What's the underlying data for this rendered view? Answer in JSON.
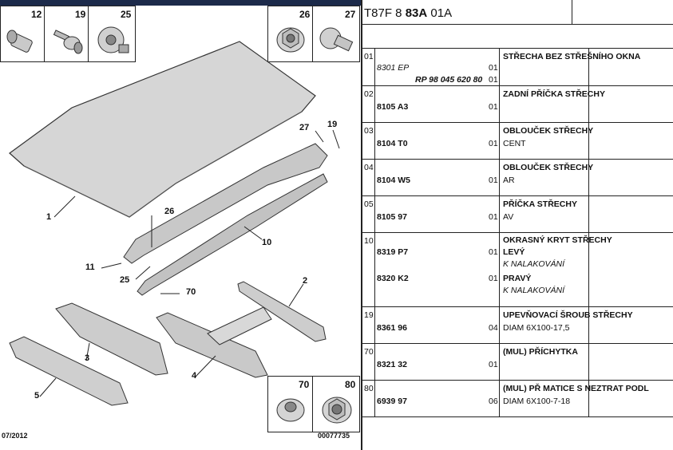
{
  "header": {
    "code_prefix": "T87F 8 ",
    "code_bold": "83A",
    "code_suffix": " 01A"
  },
  "diagram": {
    "callouts": {
      "c1": "1",
      "c2": "2",
      "c3": "3",
      "c4": "4",
      "c5": "5",
      "c10": "10",
      "c11": "11",
      "c19": "19",
      "c25": "25",
      "c26": "26",
      "c27": "27",
      "c70": "70"
    },
    "insets": {
      "i12": "12",
      "i19": "19",
      "i25": "25",
      "i26": "26",
      "i27": "27",
      "i70": "70",
      "i80": "80"
    },
    "date": "07/2012",
    "doc_number": "00077735"
  },
  "rows": [
    {
      "section": "01",
      "ref_italic": "8301 EP",
      "ref_bold_italic": "RP 98 045 620 80",
      "qty_a": "01",
      "qty_b": "01",
      "desc": "STŘECHA BEZ STŘEŠNÍHO OKNA"
    },
    {
      "section": "02",
      "ref": "8105 A3",
      "qty": "01",
      "desc": "ZADNÍ PŘÍČKA STŘECHY"
    },
    {
      "section": "03",
      "ref": "8104 T0",
      "qty": "01",
      "desc": "OBLOUČEK STŘECHY",
      "detail": "CENT"
    },
    {
      "section": "04",
      "ref": "8104 W5",
      "qty": "01",
      "desc": "OBLOUČEK STŘECHY",
      "detail": "AR"
    },
    {
      "section": "05",
      "ref": "8105 97",
      "qty": "01",
      "desc": "PŘÍČKA STŘECHY",
      "detail": "AV"
    },
    {
      "section": "10",
      "ref": "8319 P7",
      "ref2": "8320 K2",
      "qty": "01",
      "qty2": "01",
      "desc": "OKRASNÝ KRYT STŘECHY",
      "side1": "LEVÝ",
      "note1": "K NALAKOVÁNÍ",
      "side2": "PRAVÝ",
      "note2": "K NALAKOVÁNÍ"
    },
    {
      "section": "19",
      "ref": "8361 96",
      "qty": "04",
      "desc": "UPEVŇOVACÍ ŠROUB STŘECHY",
      "detail": "DIAM 6X100-17,5"
    },
    {
      "section": "70",
      "ref": "8321 32",
      "qty": "01",
      "desc": "(MUL) PŘÍCHYTKA"
    },
    {
      "section": "80",
      "ref": "6939 97",
      "qty": "06",
      "desc": "(MUL) PŘ MATICE S NEZTRAT PODL",
      "detail": "DIAM 6X100-7-18"
    }
  ]
}
